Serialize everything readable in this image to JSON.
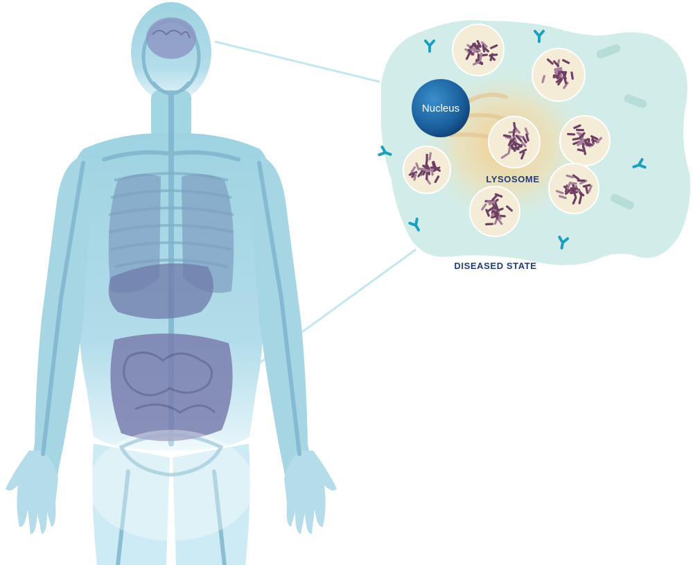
{
  "labels": {
    "nucleus": "Nucleus",
    "lysosome": "LYSOSOME",
    "state": "DISEASED STATE"
  },
  "colors": {
    "body_fill": "#a8d8e4",
    "bone": "#8fc2d6",
    "organ": "#7d87b8",
    "cell_fill": "#d2ede9",
    "cytoplasm_glow": "#f7d39a",
    "nucleus": "#1c6da7",
    "caption_text": "#1f3c7a",
    "receptor": "#1d9fc0",
    "substrate": "#7a4a6e",
    "connector": "#bfe3ec"
  }
}
